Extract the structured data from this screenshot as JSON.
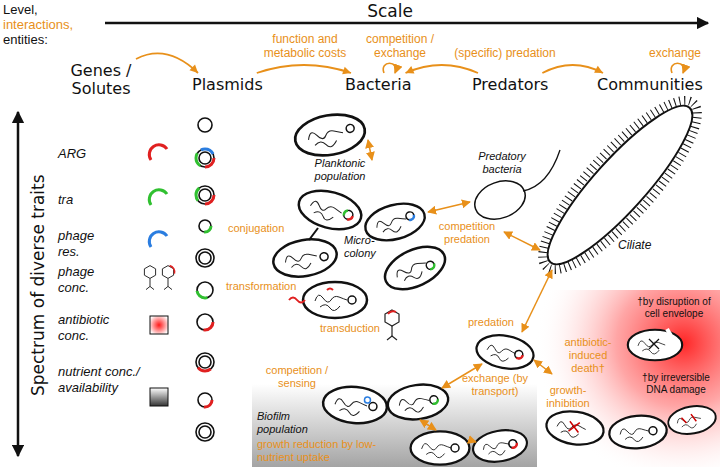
{
  "diagram": {
    "nodes": [
      {
        "text": [
          "Genes / Solutes"
        ]
      },
      {
        "text": [
          "Plasmids"
        ]
      },
      {
        "text": [
          "Bacteria"
        ]
      },
      {
        "text": [
          "Predators"
        ]
      },
      {
        "text": [
          "Communities"
        ]
      }
    ],
    "edges": [
      {
        "from": 0,
        "to": 1,
        "arrow": "to"
      },
      {
        "from": 1,
        "to": 2,
        "arrow": "to",
        "label": "function and metabolic costs"
      },
      {
        "from": 3,
        "to": 2,
        "arrow": "to",
        "label": "(specific) predation"
      },
      {
        "from": 3,
        "to": 4,
        "arrow": "to"
      }
    ],
    "labels": [
      "Level,",
      "interactions,",
      "entities:",
      "Scale",
      "Spectrum of diverse traits",
      "competition / exchange",
      "exchange",
      "Planktonic population",
      "Predatory bacteria",
      "Ciliate",
      "conjugation",
      "Micro-colony",
      "competition predation",
      "transformation",
      "transduction",
      "predation",
      "competition / sensing",
      "Biofilm population",
      "growth reduction by low-nutrient uptake",
      "exchange (by transport)",
      "antibiotic-induced death†",
      "growth-inhibition",
      "†by disruption of cell envelope",
      "†by irreversible DNA damage"
    ],
    "legend": [
      {
        "text": "ARG"
      },
      {
        "text": "tra"
      },
      {
        "text": "phage res."
      },
      {
        "text": "phage conc."
      },
      {
        "text": "antibiotic conc."
      },
      {
        "text": "nutrient conc./ availability"
      }
    ]
  }
}
